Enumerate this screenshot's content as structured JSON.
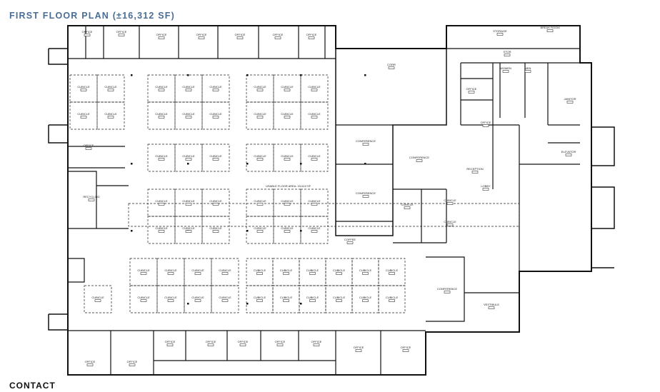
{
  "header": {
    "title": "FIRST FLOOR PLAN (±16,312 SF)"
  },
  "footer": {
    "contact": "CONTACT"
  },
  "plan": {
    "usable_area_label": "USABLE FLOOR AREA: 15,610 SF",
    "rooms": {
      "cubicle": "CUBICLE",
      "office": "OFFICE",
      "conference": "CONFERENCE",
      "reception": "RECEPTION",
      "lobby": "LOBBY",
      "vestibule": "VESTIBULE",
      "janitor": "JANITOR",
      "women": "WOMEN",
      "men": "MEN",
      "storage": "STORAGE",
      "break_room": "BREAK ROOM",
      "corr": "CORR",
      "elevator": "ELEVATOR",
      "recycling": "RECYCLING",
      "coffee": "COFFEE",
      "storage_short": "STOR"
    }
  }
}
